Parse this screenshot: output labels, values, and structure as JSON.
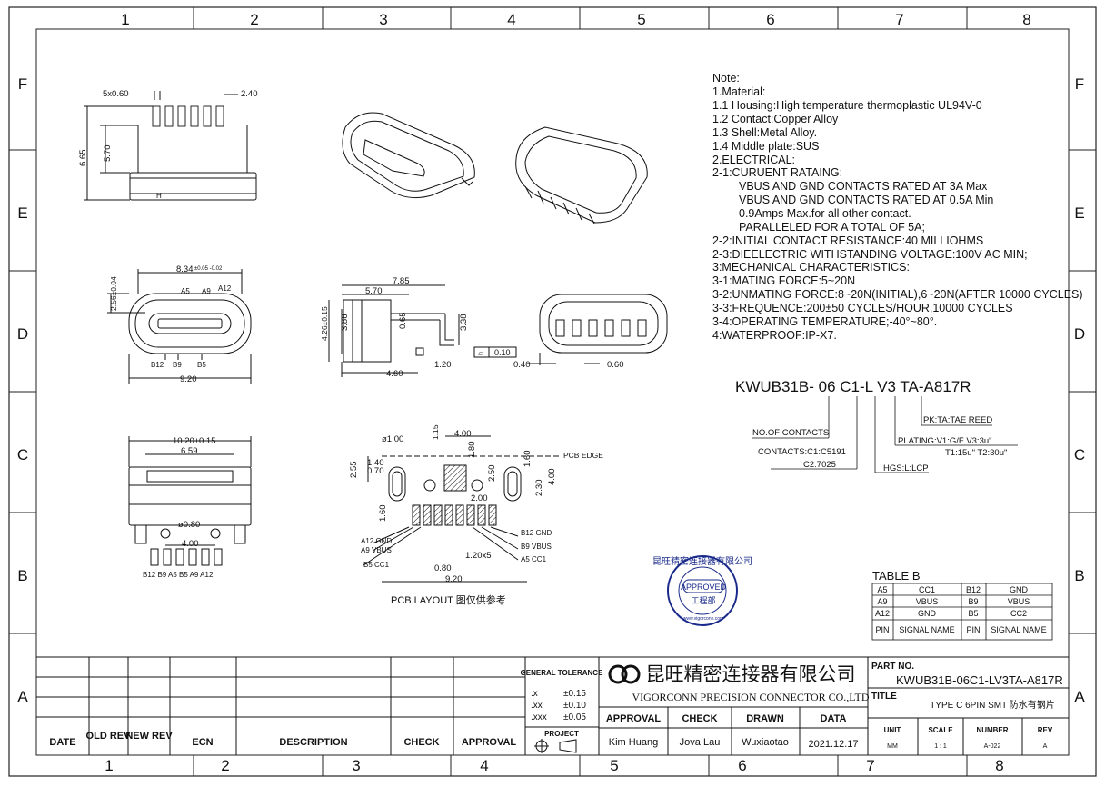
{
  "frame": {
    "columns": [
      "1",
      "2",
      "3",
      "4",
      "5",
      "6",
      "7",
      "8"
    ],
    "rows": [
      "F",
      "E",
      "D",
      "C",
      "B",
      "A"
    ]
  },
  "notes": [
    "Note:",
    "1.Material:",
    "1.1 Housing:High temperature thermoplastic UL94V-0",
    "1.2 Contact:Copper Alloy",
    "1.3 Shell:Metal Alloy.",
    "1.4 Middle plate:SUS",
    "2.ELECTRICAL:",
    "2-1:CURUENT RATAING:",
    "VBUS AND GND CONTACTS RATED AT 3A Max",
    "VBUS AND GND CONTACTS RATED AT 0.5A Min",
    "0.9Amps Max.for all other contact.",
    "PARALLELED FOR A TOTAL OF 5A;",
    "2-2:INITIAL CONTACT RESISTANCE:40 MILLIOHMS",
    "2-3:DIEELECTRIC WITHSTANDING VOLTAGE:100V AC MIN;",
    "3:MECHANICAL CHARACTERISTICS:",
    "3-1:MATING FORCE:5~20N",
    "3-2:UNMATING FORCE:8~20N(INITIAL),6~20N(AFTER 10000 CYCLES)",
    "3-3:FREQUENCE:200±50 CYCLES/HOUR,10000 CYCLES",
    "3-4:OPERATING TEMPERATURE;-40°~80°.",
    "4:WATERPROOF:IP-X7."
  ],
  "part_code": {
    "code": "KWUB31B- 06 C1-L V3 TA-A817R",
    "pk": "PK:TA:TAE REED",
    "no_contacts": "NO.OF CONTACTS",
    "plating": "PLATING:V1:G/F  V3:3u\"",
    "plating2": "T1:15u\" T2:30u\"",
    "contacts1": "CONTACTS:C1:C5191",
    "contacts2": "C2:7025",
    "hgs": "HGS:L:LCP"
  },
  "dims": {
    "d5x060": "5x0.60",
    "d240": "2.40",
    "d665": "6.65",
    "d570": "5.70",
    "d834": "8.34",
    "d834tol": "±0.05 -0.02",
    "d256": "2.56±0.04",
    "a5": "A5",
    "a9": "A9",
    "a12": "A12",
    "b12": "B12",
    "b9": "B9",
    "b5": "B5",
    "d920": "9.20",
    "d785": "7.85",
    "d570b": "5.70",
    "d426": "4.26±0.15",
    "d386": "3.86",
    "d065": "0.65",
    "d338": "3.38",
    "d460": "4.60",
    "d120": "1.20",
    "flat": "0.10",
    "d040": "0.40",
    "d060": "0.60",
    "d1020": "10.20±0.15",
    "d659": "6.59",
    "d080": "ø0.80",
    "d400": "4.00",
    "bottom_pins": "B12  B9  A5  B5  A9  A12",
    "p100": "ø1.00",
    "p115": "1.15",
    "p400": "4.00",
    "p180": "1.80",
    "p255": "2.55",
    "p140": "1.40",
    "p070": "0.70",
    "p250": "2.50",
    "p160": "1.60",
    "p230": "2.30",
    "p400b": "4.00",
    "p200": "2.00",
    "p160b": "1.60",
    "pcb_edge": "PCB EDGE",
    "a12gnd": "A12 GND",
    "a9vbus": "A9 VBUS",
    "b5cc1": "B5 CC1",
    "b12gnd": "B12 GND",
    "b9vbus": "B9 VBUS",
    "a5cc1": "A5 CC1",
    "p120x5": "1.20x5",
    "p080": "0.80",
    "p920": "9.20",
    "pcb_layout": "PCB LAYOUT 图仅供参考"
  },
  "stamp": {
    "ring_text": "昆旺精密连接器有限公司",
    "approved": "APPROVED",
    "dept": "工程部",
    "url": "www.vigorconn.com"
  },
  "table_b": {
    "title": "TABLE  B",
    "rows": [
      [
        "A5",
        "CC1",
        "B12",
        "GND"
      ],
      [
        "A9",
        "VBUS",
        "B9",
        "VBUS"
      ],
      [
        "A12",
        "GND",
        "B5",
        "CC2"
      ],
      [
        "PIN",
        "SIGNAL NAME",
        "PIN",
        "SIGNAL NAME"
      ]
    ]
  },
  "title_block": {
    "rev_headers": [
      "DATE",
      "OLD REV",
      "NEW REV",
      "ECN",
      "DESCRIPTION",
      "CHECK",
      "APPROVAL"
    ],
    "general_tolerance": "GENERAL TOLERANCE",
    "tol_rows": [
      [
        ".x",
        "±0.15"
      ],
      [
        ".xx",
        "±0.10"
      ],
      [
        ".xxx",
        "±0.05"
      ]
    ],
    "project": "PROJECT",
    "company_cn": "昆旺精密连接器有限公司",
    "company_en": "VIGORCONN PRECISION CONNECTOR CO.,LTD",
    "sign_headers": [
      "APPROVAL",
      "CHECK",
      "DRAWN",
      "DATA"
    ],
    "sign_values": [
      "Kim Huang",
      "Jova Lau",
      "Wuxiaotao",
      "2021.12.17"
    ],
    "part_no_label": "PART NO.",
    "part_no": "KWUB31B-06C1-LV3TA-A817R",
    "title_label": "TITLE",
    "title": "TYPE C 6PIN SMT 防水有钢片",
    "unit_label": "UNIT",
    "unit": "MM",
    "scale_label": "SCALE",
    "scale": "1 : 1",
    "number_label": "NUMBER",
    "number": "A-022",
    "rev_label": "REV",
    "rev": "A"
  }
}
